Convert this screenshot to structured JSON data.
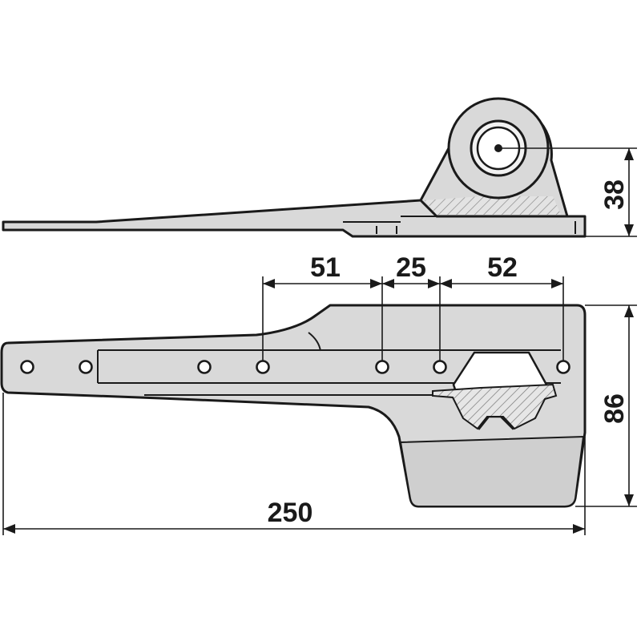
{
  "dimensions": {
    "side_height": "38",
    "spacing_1": "51",
    "spacing_2": "25",
    "spacing_3": "52",
    "total_width": "86",
    "total_length": "250"
  },
  "colors": {
    "part_fill": "#d9d9d9",
    "line": "#1a1a1a",
    "hatch": "#888888",
    "background": "#ffffff"
  }
}
